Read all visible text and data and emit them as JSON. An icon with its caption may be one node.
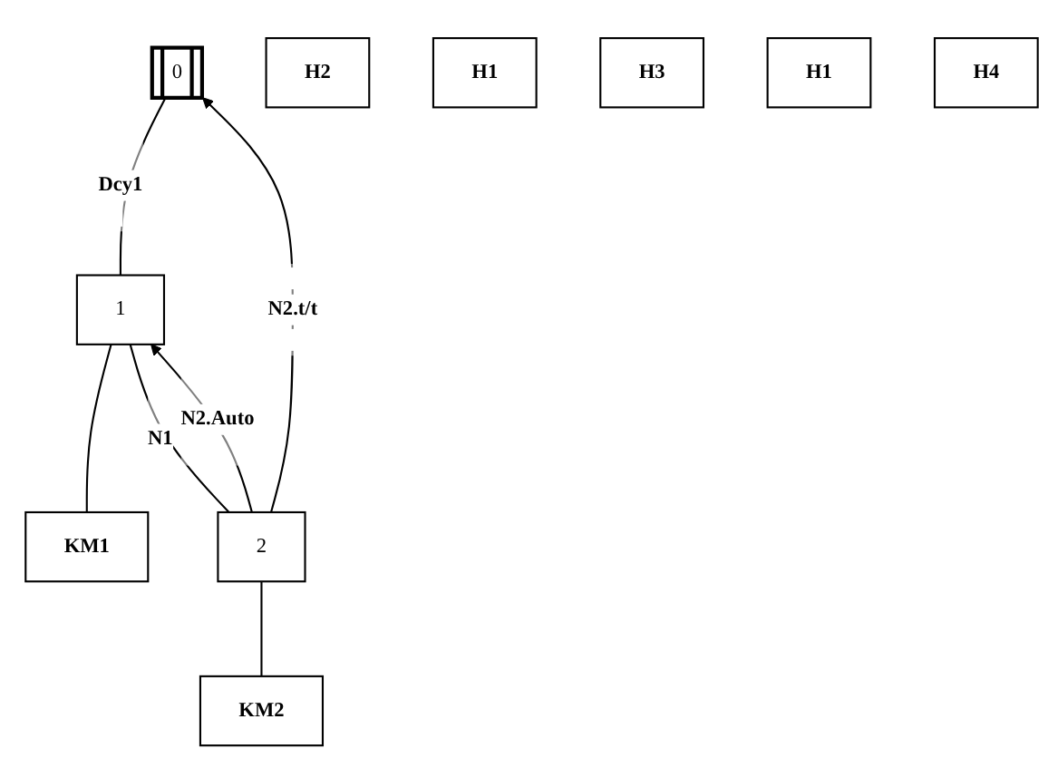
{
  "diagram": {
    "nodes": [
      {
        "text": [
          "0"
        ]
      },
      {
        "text": [
          "H2"
        ]
      },
      {
        "text": [
          "1"
        ]
      },
      {
        "text": [
          "KM1"
        ]
      },
      {
        "text": [
          "H1"
        ]
      },
      {
        "text": [
          "H3"
        ]
      },
      {
        "text": [
          "2"
        ]
      },
      {
        "text": [
          "KM2"
        ]
      },
      {
        "text": [
          "H1"
        ]
      },
      {
        "text": [
          "H4"
        ]
      }
    ],
    "edges": [
      {
        "from": 0,
        "to": 2,
        "arrow": "none",
        "label": "Dcy1"
      },
      {
        "from": 2,
        "to": 3,
        "arrow": "none"
      },
      {
        "from": 2,
        "to": 6,
        "arrow": "none",
        "label": "N1"
      },
      {
        "from": 6,
        "to": 7,
        "arrow": "none"
      },
      {
        "from": 6,
        "to": 0,
        "arrow": "to",
        "label": "N2.t/t"
      },
      {
        "from": 6,
        "to": 2,
        "arrow": "to",
        "label": "N2.Auto"
      }
    ]
  }
}
